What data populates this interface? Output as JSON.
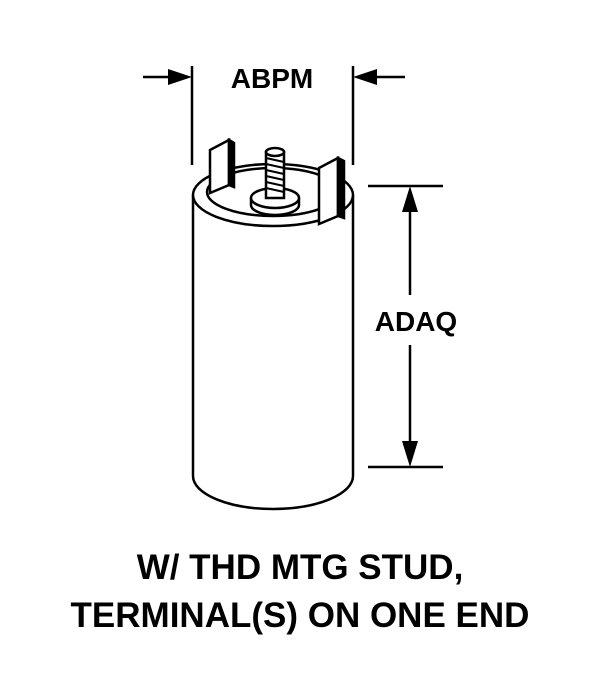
{
  "diagram": {
    "dimensions": {
      "width_label": "ABPM",
      "height_label": "ADAQ"
    },
    "caption": {
      "line1": "W/ THD MTG STUD,",
      "line2": "TERMINAL(S) ON ONE END"
    },
    "colors": {
      "ink": "#000000",
      "paper": "#ffffff"
    }
  }
}
